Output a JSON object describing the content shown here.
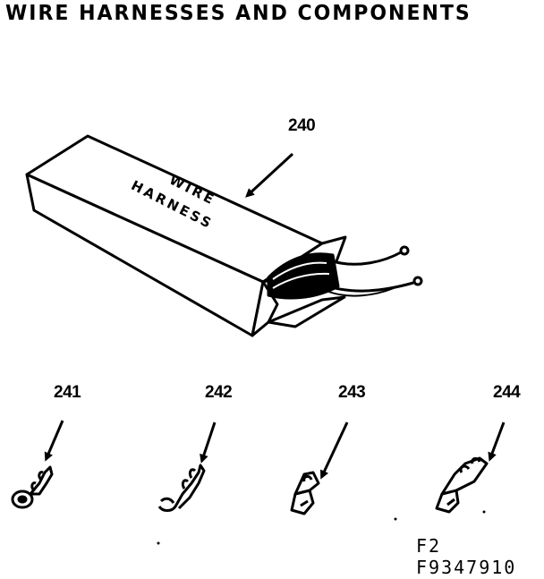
{
  "title": "WIRE HARNESSES AND COMPONENTS",
  "box_label_line1": "WIRE",
  "box_label_line2": "HARNESS",
  "parts": [
    {
      "number": "240"
    },
    {
      "number": "241"
    },
    {
      "number": "242"
    },
    {
      "number": "243"
    },
    {
      "number": "244"
    }
  ],
  "figure_code_line1": "F2",
  "figure_code_line2": "F9347910",
  "icons": [
    "harness-box-icon",
    "ring-terminal-icon",
    "hook-terminal-icon",
    "flag-terminal-icon",
    "flag-terminal-icon"
  ]
}
